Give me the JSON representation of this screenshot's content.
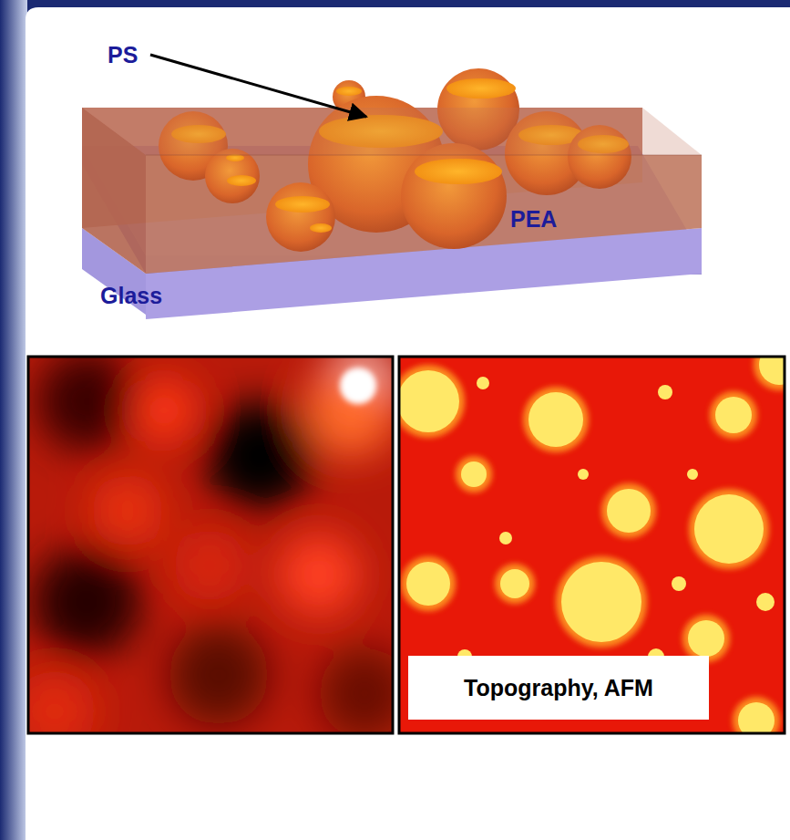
{
  "diagram": {
    "nodes": [
      {
        "text": [
          "Topography, AFM"
        ]
      }
    ],
    "labels": [
      "PS",
      "PEA",
      "Glass"
    ]
  }
}
